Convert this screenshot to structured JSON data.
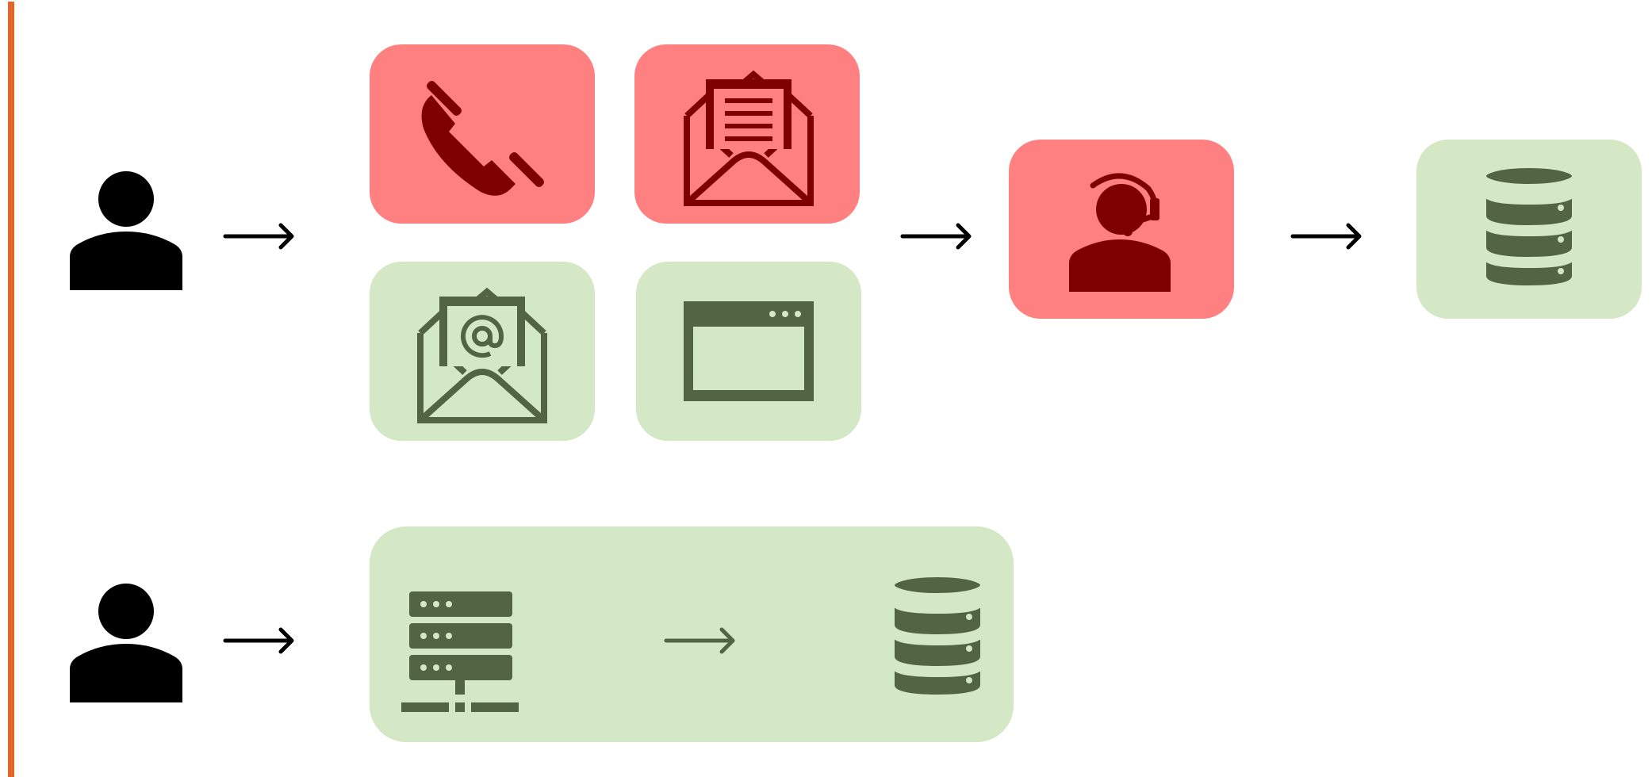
{
  "colors": {
    "accent_line": "#e2672a",
    "card_red": "#ff8080",
    "icon_red": "#7f0000",
    "card_green": "#d5e8c6",
    "icon_green": "#526442",
    "person": "#000000",
    "arrow": "#000000",
    "arrow_green": "#526442"
  },
  "row1": {
    "actor_icon": "person-icon",
    "channels": [
      {
        "icon": "phone-icon",
        "status": "red"
      },
      {
        "icon": "letter-icon",
        "status": "red"
      },
      {
        "icon": "email-icon",
        "status": "green"
      },
      {
        "icon": "web-form-icon",
        "status": "green"
      }
    ],
    "handler_icon": "call-center-agent-icon",
    "storage_icon": "database-icon"
  },
  "row2": {
    "actor_icon": "person-icon",
    "group_icons": [
      "server-icon",
      "database-icon"
    ]
  }
}
